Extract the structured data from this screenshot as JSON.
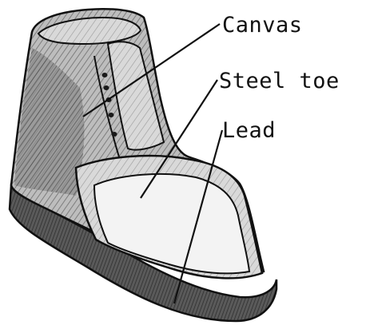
{
  "diagram": {
    "labels": {
      "canvas": "Canvas",
      "steel_toe": "Steel toe",
      "lead": "Lead"
    },
    "colors": {
      "ink": "#111111",
      "sole": "#4a4a4a",
      "canvas_shading": "#8a8a8a",
      "toe_cap": "#f2f2f2"
    }
  }
}
